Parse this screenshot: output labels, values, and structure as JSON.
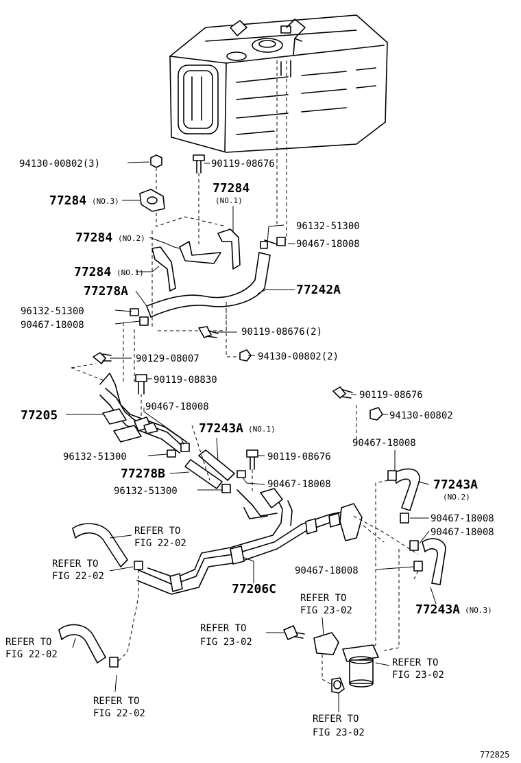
{
  "labels": {
    "l1": "94130-00802(3)",
    "l2": "90119-08676",
    "l3": "77284",
    "l3s": "(NO.3)",
    "l4": "77284",
    "l4s": "(NO.1)",
    "l5": "96132-51300",
    "l6": "77284",
    "l6s": "(NO.2)",
    "l7": "90467-18008",
    "l8": "77284",
    "l8s": "(NO.1)",
    "l9": "77278A",
    "l10": "77242A",
    "l11": "96132-51300",
    "l12": "90467-18008",
    "l13": "90119-08676(2)",
    "l14": "90129-08007",
    "l15": "94130-00802(2)",
    "l16": "90119-08830",
    "l17": "90119-08676",
    "l18": "90467-18008",
    "l19": "77205",
    "l20": "94130-00802",
    "l21": "77243A",
    "l21s": "(NO.1)",
    "l22": "90467-18008",
    "l23": "96132-51300",
    "l24": "90119-08676",
    "l25": "77278B",
    "l26": "77243A",
    "l26s": "(NO.2)",
    "l27": "96132-51300",
    "l28": "90467-18008",
    "l29": "90467-18008",
    "l30": "90467-18008",
    "l31": "90467-18008",
    "l32": "77206C",
    "l33": "77243A",
    "l33s": "(NO.3)"
  },
  "refs": {
    "r1a": "REFER TO",
    "r1b": "FIG 22-02",
    "r2a": "REFER TO",
    "r2b": "FIG 22-02",
    "r3a": "REFER TO",
    "r3b": "FIG 23-02",
    "r4a": "REFER TO",
    "r4b": "FIG 23-02",
    "r5a": "REFER TO",
    "r5b": "FIG 22-02",
    "r6a": "REFER TO",
    "r6b": "FIG 23-02",
    "r7a": "REFER TO",
    "r7b": "FIG 22-02",
    "r8a": "REFER TO",
    "r8b": "FIG 23-02"
  },
  "figure_code": "772825"
}
